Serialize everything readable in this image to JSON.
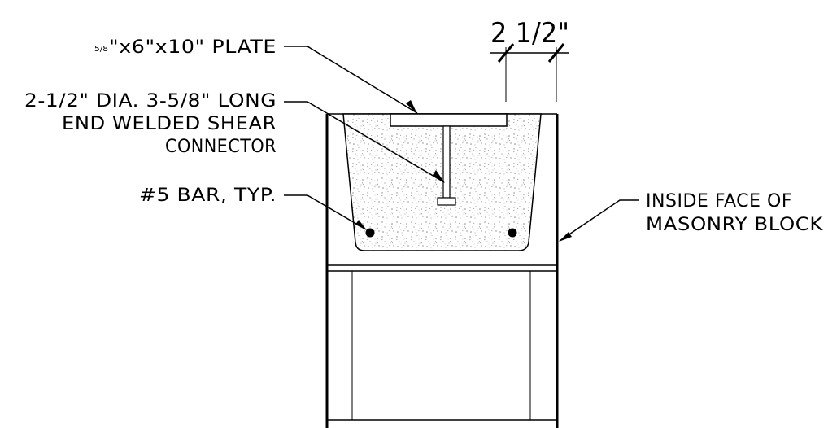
{
  "labels": {
    "plate_frac": "5/8",
    "plate": "\"x6\"x10\" PLATE",
    "connector_line1": "2-1/2\" DIA. 3-5/8\" LONG",
    "connector_line2": "END WELDED SHEAR",
    "connector_line3": "CONNECTOR",
    "bar": "#5 BAR, TYP.",
    "inside_face_line1": "INSIDE FACE OF",
    "inside_face_line2": "MASONRY BLOCK"
  },
  "dimension": {
    "value": "2 1/2\""
  },
  "colors": {
    "line": "#000000",
    "concrete_speckle": "#8a8a8a",
    "background": "#ffffff"
  }
}
